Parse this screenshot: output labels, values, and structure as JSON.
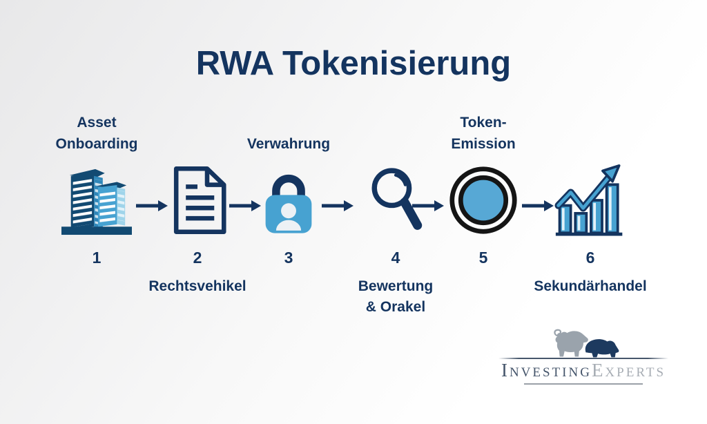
{
  "title": "RWA Tokenisierung",
  "steps": [
    {
      "number": "1",
      "label": "Asset Onboarding",
      "label_position": "top",
      "icon": "buildings-icon"
    },
    {
      "number": "2",
      "label": "Rechtsvehikel",
      "label_position": "bottom",
      "icon": "document-icon"
    },
    {
      "number": "3",
      "label": "Verwahrung",
      "label_position": "top",
      "icon": "lock-user-icon"
    },
    {
      "number": "4",
      "label": "Bewertung & Orakel",
      "label_position": "bottom",
      "icon": "magnifier-icon"
    },
    {
      "number": "5",
      "label": "Token-Emission",
      "label_position": "top",
      "icon": "coin-icon"
    },
    {
      "number": "6",
      "label": "Sekundärhandel",
      "label_position": "bottom",
      "icon": "bar-chart-arrow-icon"
    }
  ],
  "logo": {
    "brand_primary": "Investing",
    "brand_secondary": "Experts"
  },
  "colors": {
    "navy": "#14345f",
    "building_navy": "#124a72",
    "light_blue": "#47a2d1",
    "pale_blue": "#9fd4ea",
    "mid_blue": "#2f86b8",
    "coin_black": "#151515",
    "coin_blue": "#57a8d5",
    "person_white": "#edf1f5",
    "logo_dark": "#44546a",
    "logo_gray": "#a7adb4",
    "bull_gray": "#9aa3ac",
    "bear_navy": "#1d3a5f"
  }
}
